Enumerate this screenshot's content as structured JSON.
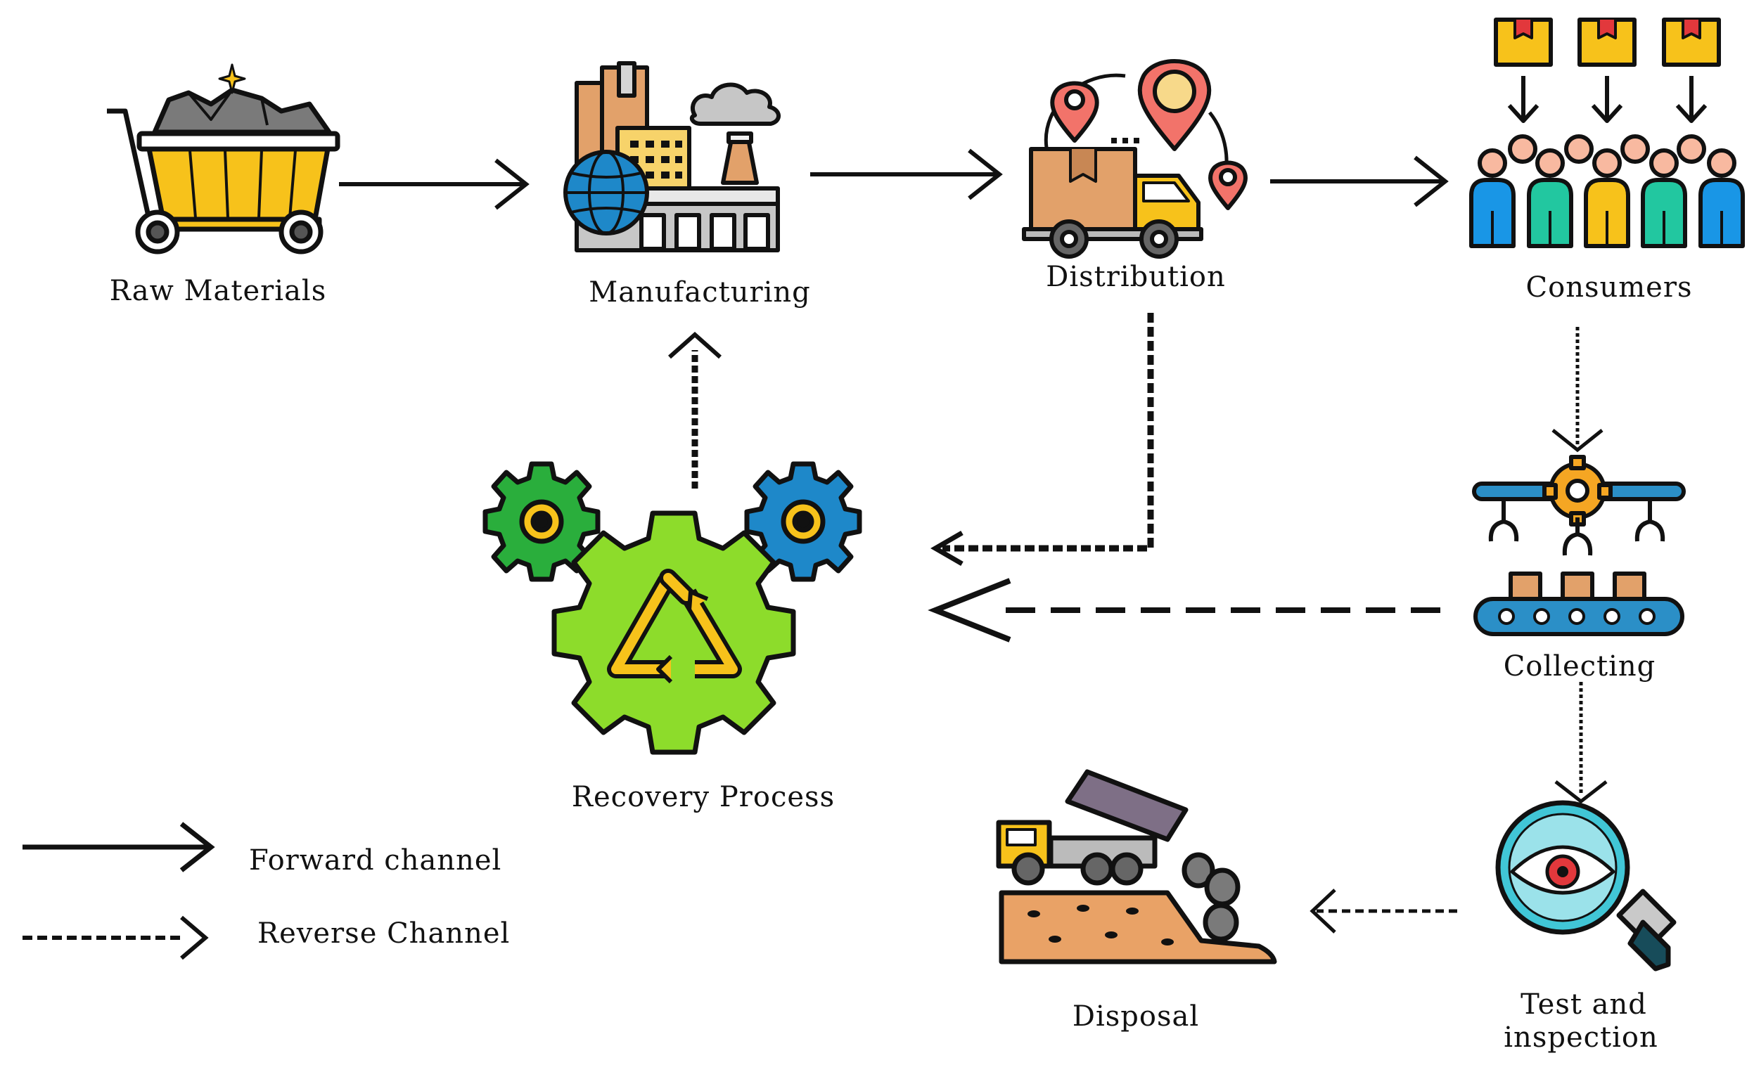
{
  "nodes": {
    "raw_materials": "Raw Materials",
    "manufacturing": "Manufacturing",
    "distribution": "Distribution",
    "consumers": "Consumers",
    "collecting": "Collecting",
    "recovery_process": "Recovery Process",
    "test_inspection_line1": "Test and",
    "test_inspection_line2": "inspection",
    "disposal": "Disposal"
  },
  "legend": {
    "forward": "Forward channel",
    "reverse": "Reverse Channel"
  },
  "colors": {
    "stroke": "#111111",
    "cart_yellow": "#F7C21B",
    "truck_orange": "#E2A16A",
    "pin_red": "#F2736A",
    "gear_light_green": "#8DDC2B",
    "gear_dark_green": "#2AAE3C",
    "gear_blue": "#1E88C9",
    "conveyor_blue": "#2B8FC7",
    "people_blue": "#1996E6",
    "people_teal": "#22C7A0",
    "people_yellow": "#F7C21B",
    "box_yellow": "#F7C21B",
    "lens_cyan": "#41C6D6",
    "soil_orange": "#E9A266",
    "dump_purple": "#7E6F86"
  }
}
